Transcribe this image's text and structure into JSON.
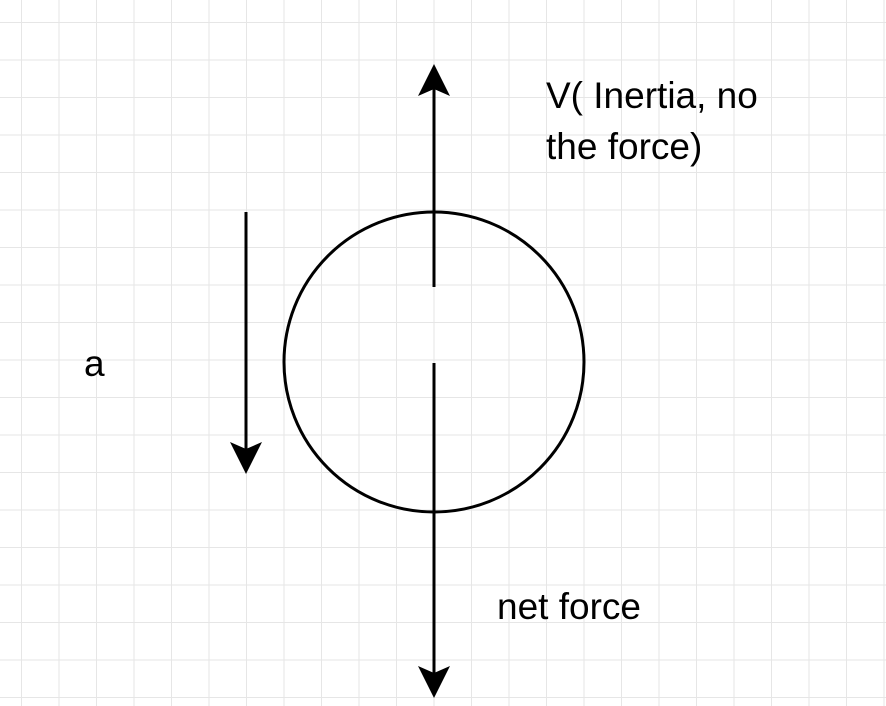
{
  "labels": {
    "velocity": "V( Inertia, no\nthe force)",
    "net_force": "net force",
    "acceleration": "a"
  },
  "colors": {
    "stroke": "#000000",
    "grid": "#e6e6e6",
    "background": "#ffffff"
  }
}
